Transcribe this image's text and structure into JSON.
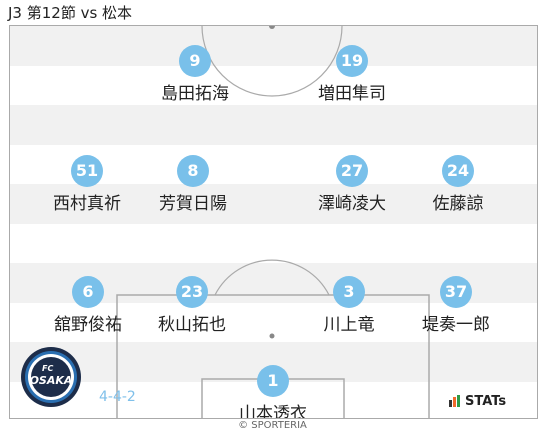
{
  "title": "J3 第12節 vs 松本",
  "formation": "4-4-2",
  "players": [
    {
      "number": "9",
      "name": "島田拓海"
    },
    {
      "number": "19",
      "name": "増田隼司"
    },
    {
      "number": "51",
      "name": "西村真祈"
    },
    {
      "number": "8",
      "name": "芳賀日陽"
    },
    {
      "number": "27",
      "name": "澤崎凌大"
    },
    {
      "number": "24",
      "name": "佐藤諒"
    },
    {
      "number": "6",
      "name": "舘野俊祐"
    },
    {
      "number": "23",
      "name": "秋山拓也"
    },
    {
      "number": "3",
      "name": "川上竜"
    },
    {
      "number": "37",
      "name": "堤奏一郎"
    },
    {
      "number": "1",
      "name": "山本透衣"
    }
  ],
  "brand": {
    "stats_label": "STATs",
    "copyright": "© SPORTERIA"
  },
  "colors": {
    "number_circle": "#79c0ea",
    "formation": "#7fc0ea",
    "stats_bars": [
      "#333333",
      "#f06a2b",
      "#2e9b46"
    ]
  },
  "club_logo": {
    "text_top": "FC",
    "text_main": "OSAKA"
  }
}
